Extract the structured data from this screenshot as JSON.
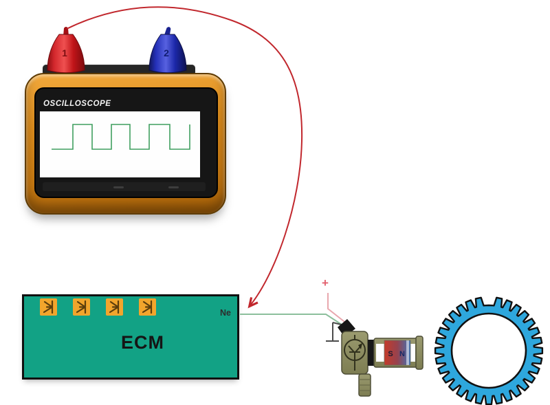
{
  "oscilloscope": {
    "label": "OSCILLOSCOPE",
    "probes": [
      {
        "label": "1",
        "color": "#c3151c"
      },
      {
        "label": "2",
        "color": "#2733c0"
      }
    ],
    "screen": {
      "background": "#ffffff",
      "trace_color": "#3f9e5f"
    },
    "waveform": {
      "type": "square",
      "points": [
        [
          17,
          55
        ],
        [
          48,
          55
        ],
        [
          48,
          19
        ],
        [
          76,
          19
        ],
        [
          76,
          55
        ],
        [
          104,
          55
        ],
        [
          104,
          19
        ],
        [
          131,
          19
        ],
        [
          131,
          55
        ],
        [
          159,
          55
        ],
        [
          159,
          19
        ],
        [
          189,
          19
        ],
        [
          189,
          55
        ],
        [
          218,
          55
        ],
        [
          218,
          19
        ]
      ]
    }
  },
  "ecm": {
    "label": "ECM",
    "output_pin_label": "Ne",
    "driver_icon_count": 4,
    "body_color": "#12a285",
    "icon_color": "#f2a52c"
  },
  "wiring": {
    "supply_label": "+",
    "probe_wire_color": "#c1272d",
    "signal_wire_color": "#8cbf9c",
    "supply_wire_color": "#e9a7ae",
    "ground_wire_color": "#4b4b4b"
  },
  "sensor": {
    "magnet_labels": {
      "south": "S",
      "north": "N"
    },
    "body_color": "#8e8e63"
  },
  "gear": {
    "teeth_slots": 32,
    "missing_teeth": 1,
    "tip_radius": 78,
    "root_radius": 66,
    "hole_radius": 54,
    "fill": "#2ea7dd",
    "outline": "#111111"
  }
}
